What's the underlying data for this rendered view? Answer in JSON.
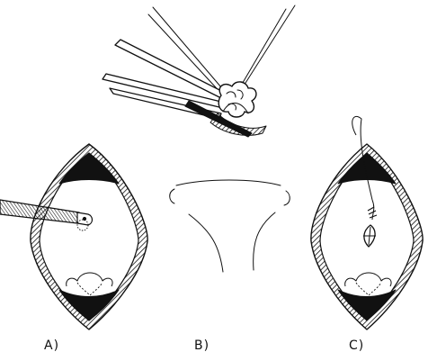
{
  "figure": {
    "panels": [
      {
        "id": "a",
        "label": "A)"
      },
      {
        "id": "b",
        "label": "B)"
      },
      {
        "id": "c",
        "label": "C)"
      }
    ]
  },
  "colors": {
    "ink": "#111111",
    "paper": "#ffffff"
  }
}
